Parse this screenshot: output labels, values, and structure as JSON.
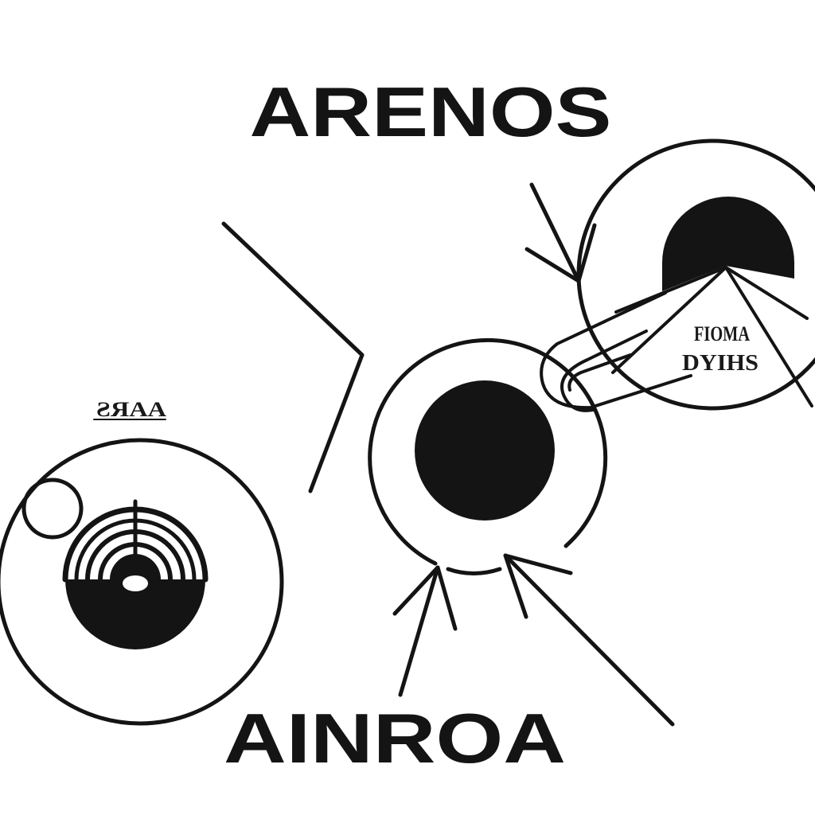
{
  "diagram": {
    "title_top": "ARENOS",
    "title_bottom": "AINROA",
    "small_label_left": "ƧЯАА",
    "right_disc_label_line1": "FIOMA",
    "right_disc_label_line2": "DYIHS",
    "colors": {
      "ink": "#141414",
      "background": "#ffffff"
    }
  }
}
